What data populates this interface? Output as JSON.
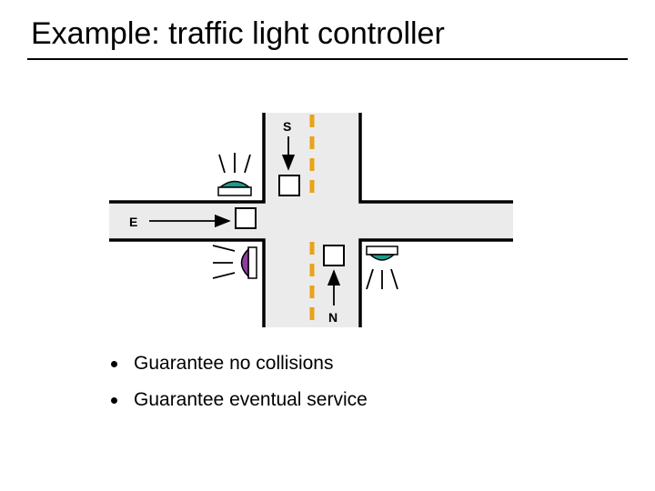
{
  "slide": {
    "title": "Example: traffic light controller",
    "bullets": [
      "Guarantee no collisions",
      "Guarantee eventual service"
    ]
  },
  "diagram": {
    "labels": {
      "south": "S",
      "east": "E",
      "north": "N"
    },
    "colors": {
      "road": "#ebebeb",
      "curb": "#000000",
      "center_line": "#e8a317",
      "light_green": "#1e9b8a",
      "light_purple": "#8b3fa0"
    }
  }
}
